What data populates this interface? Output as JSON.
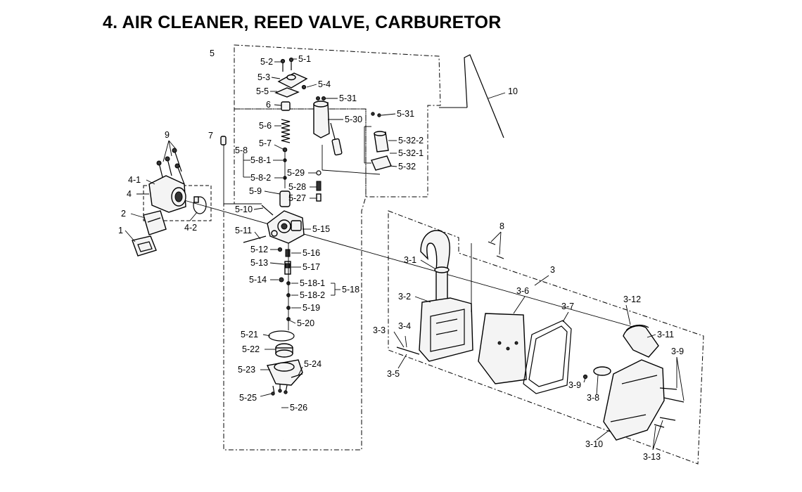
{
  "title": "4. AIR CLEANER, REED VALVE, CARBURETOR",
  "labels": [
    {
      "id": "l5",
      "text": "5"
    },
    {
      "id": "l5_1",
      "text": "5-1"
    },
    {
      "id": "l5_2",
      "text": "5-2"
    },
    {
      "id": "l5_3",
      "text": "5-3"
    },
    {
      "id": "l5_4",
      "text": "5-4"
    },
    {
      "id": "l5_5",
      "text": "5-5"
    },
    {
      "id": "l6",
      "text": "6"
    },
    {
      "id": "l5_31a",
      "text": "5-31"
    },
    {
      "id": "l5_30",
      "text": "5-30"
    },
    {
      "id": "l5_31b",
      "text": "5-31"
    },
    {
      "id": "l5_32_2",
      "text": "5-32-2"
    },
    {
      "id": "l5_32_1",
      "text": "5-32-1"
    },
    {
      "id": "l5_32",
      "text": "5-32"
    },
    {
      "id": "l10",
      "text": "10"
    },
    {
      "id": "l9",
      "text": "9"
    },
    {
      "id": "l7",
      "text": "7"
    },
    {
      "id": "l5_6",
      "text": "5-6"
    },
    {
      "id": "l5_7",
      "text": "5-7"
    },
    {
      "id": "l5_8",
      "text": "5-8"
    },
    {
      "id": "l5_8_1",
      "text": "5-8-1"
    },
    {
      "id": "l5_8_2",
      "text": "5-8-2"
    },
    {
      "id": "l5_9",
      "text": "5-9"
    },
    {
      "id": "l5_29",
      "text": "5-29"
    },
    {
      "id": "l5_28",
      "text": "5-28"
    },
    {
      "id": "l5_27",
      "text": "5-27"
    },
    {
      "id": "l4_1",
      "text": "4-1"
    },
    {
      "id": "l4",
      "text": "4"
    },
    {
      "id": "l2",
      "text": "2"
    },
    {
      "id": "l4_2",
      "text": "4-2"
    },
    {
      "id": "l1",
      "text": "1"
    },
    {
      "id": "l5_10",
      "text": "5-10"
    },
    {
      "id": "l5_11",
      "text": "5-11"
    },
    {
      "id": "l5_15",
      "text": "5-15"
    },
    {
      "id": "l5_12",
      "text": "5-12"
    },
    {
      "id": "l5_16",
      "text": "5-16"
    },
    {
      "id": "l5_13",
      "text": "5-13"
    },
    {
      "id": "l5_17",
      "text": "5-17"
    },
    {
      "id": "l5_14",
      "text": "5-14"
    },
    {
      "id": "l5_18_1",
      "text": "5-18-1"
    },
    {
      "id": "l5_18",
      "text": "5-18"
    },
    {
      "id": "l5_18_2",
      "text": "5-18-2"
    },
    {
      "id": "l5_19",
      "text": "5-19"
    },
    {
      "id": "l5_20",
      "text": "5-20"
    },
    {
      "id": "l5_21",
      "text": "5-21"
    },
    {
      "id": "l5_22",
      "text": "5-22"
    },
    {
      "id": "l5_23",
      "text": "5-23"
    },
    {
      "id": "l5_24",
      "text": "5-24"
    },
    {
      "id": "l5_25",
      "text": "5-25"
    },
    {
      "id": "l5_26",
      "text": "5-26"
    },
    {
      "id": "l8",
      "text": "8"
    },
    {
      "id": "l3_1",
      "text": "3-1"
    },
    {
      "id": "l3",
      "text": "3"
    },
    {
      "id": "l3_2",
      "text": "3-2"
    },
    {
      "id": "l3_6",
      "text": "3-6"
    },
    {
      "id": "l3_7",
      "text": "3-7"
    },
    {
      "id": "l3_12",
      "text": "3-12"
    },
    {
      "id": "l3_11",
      "text": "3-11"
    },
    {
      "id": "l3_3",
      "text": "3-3"
    },
    {
      "id": "l3_4",
      "text": "3-4"
    },
    {
      "id": "l3_5",
      "text": "3-5"
    },
    {
      "id": "l3_9a",
      "text": "3-9"
    },
    {
      "id": "l3_9b",
      "text": "3-9"
    },
    {
      "id": "l3_8",
      "text": "3-8"
    },
    {
      "id": "l3_10",
      "text": "3-10"
    },
    {
      "id": "l3_13",
      "text": "3-13"
    }
  ]
}
